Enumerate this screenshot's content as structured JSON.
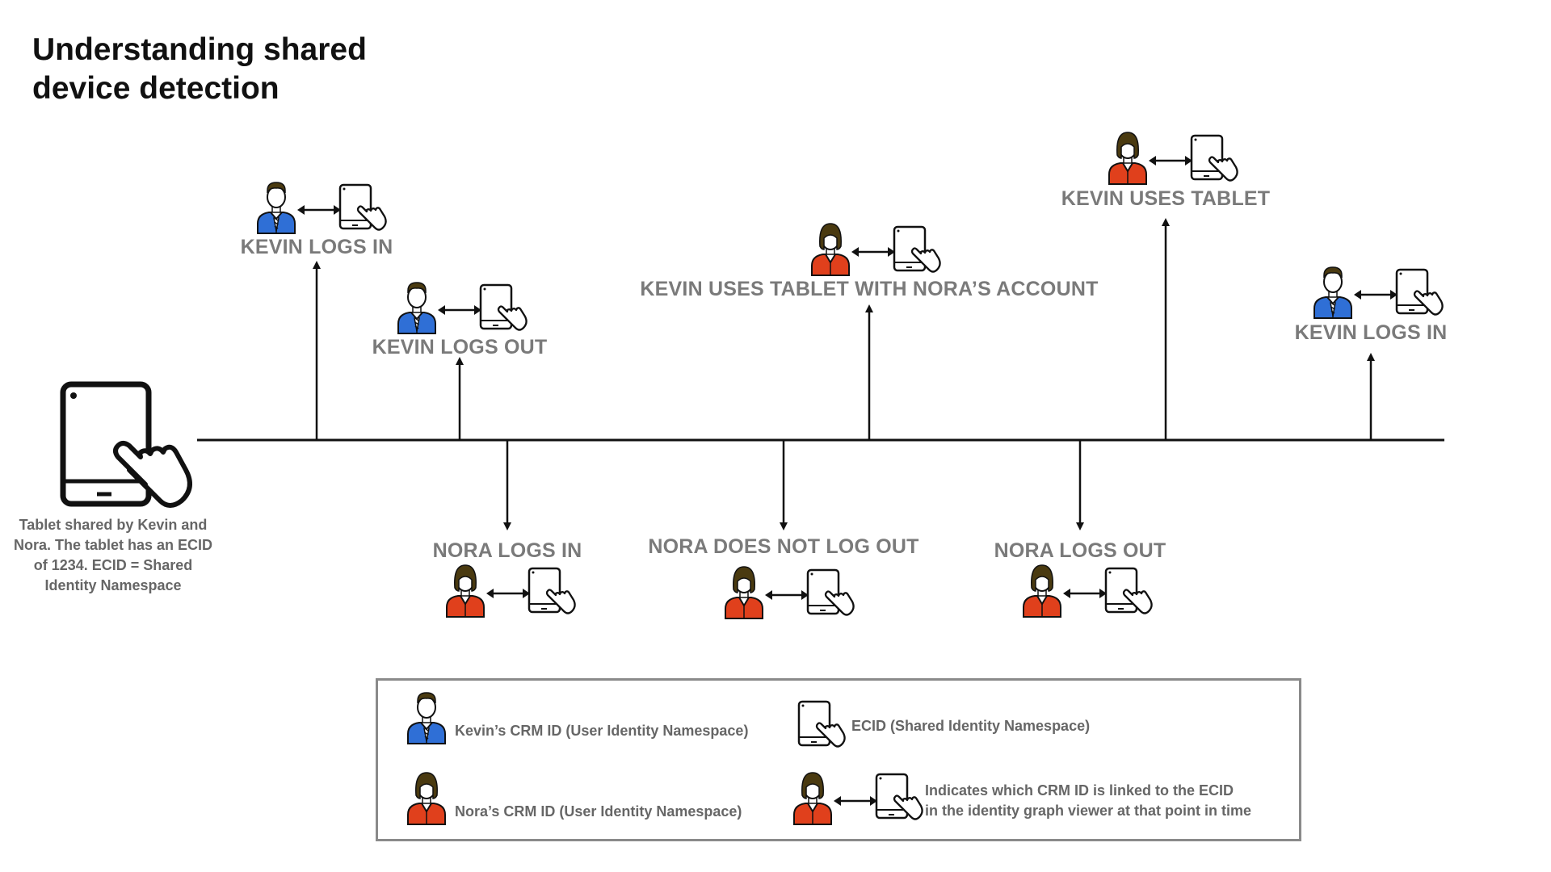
{
  "title": {
    "line1": "Understanding shared",
    "line2": "device detection"
  },
  "device_caption": {
    "line1": "Tablet shared by Kevin and",
    "line2": "Nora. The tablet has an ECID",
    "line3": "of 1234. ECID = Shared",
    "line4": "Identity Namespace"
  },
  "events": [
    {
      "label": "KEVIN LOGS IN",
      "person": "kevin",
      "direction": "up"
    },
    {
      "label": "KEVIN LOGS OUT",
      "person": "kevin",
      "direction": "up"
    },
    {
      "label": "NORA LOGS IN",
      "person": "nora",
      "direction": "down"
    },
    {
      "label": "NORA DOES NOT LOG OUT",
      "person": "nora",
      "direction": "down"
    },
    {
      "label": "KEVIN USES TABLET WITH NORA’S ACCOUNT",
      "person": "nora",
      "direction": "up"
    },
    {
      "label": "NORA LOGS OUT",
      "person": "nora",
      "direction": "down"
    },
    {
      "label": "KEVIN USES TABLET",
      "person": "nora",
      "direction": "up"
    },
    {
      "label": "KEVIN LOGS IN",
      "person": "kevin",
      "direction": "up"
    }
  ],
  "legend": {
    "kevin": "Kevin’s CRM ID (User Identity Namespace)",
    "nora": "Nora’s CRM ID (User Identity Namespace)",
    "ecid": "ECID (Shared Identity Namespace)",
    "link_line1": "Indicates which CRM ID is linked to the ECID",
    "link_line2": "in the identity graph viewer at that point in time"
  },
  "colors": {
    "kevin_shirt": "#2f6fd6",
    "nora_shirt": "#e0401c",
    "hair": "#4a3a10",
    "line": "#111111",
    "label": "#7a7a7a"
  }
}
